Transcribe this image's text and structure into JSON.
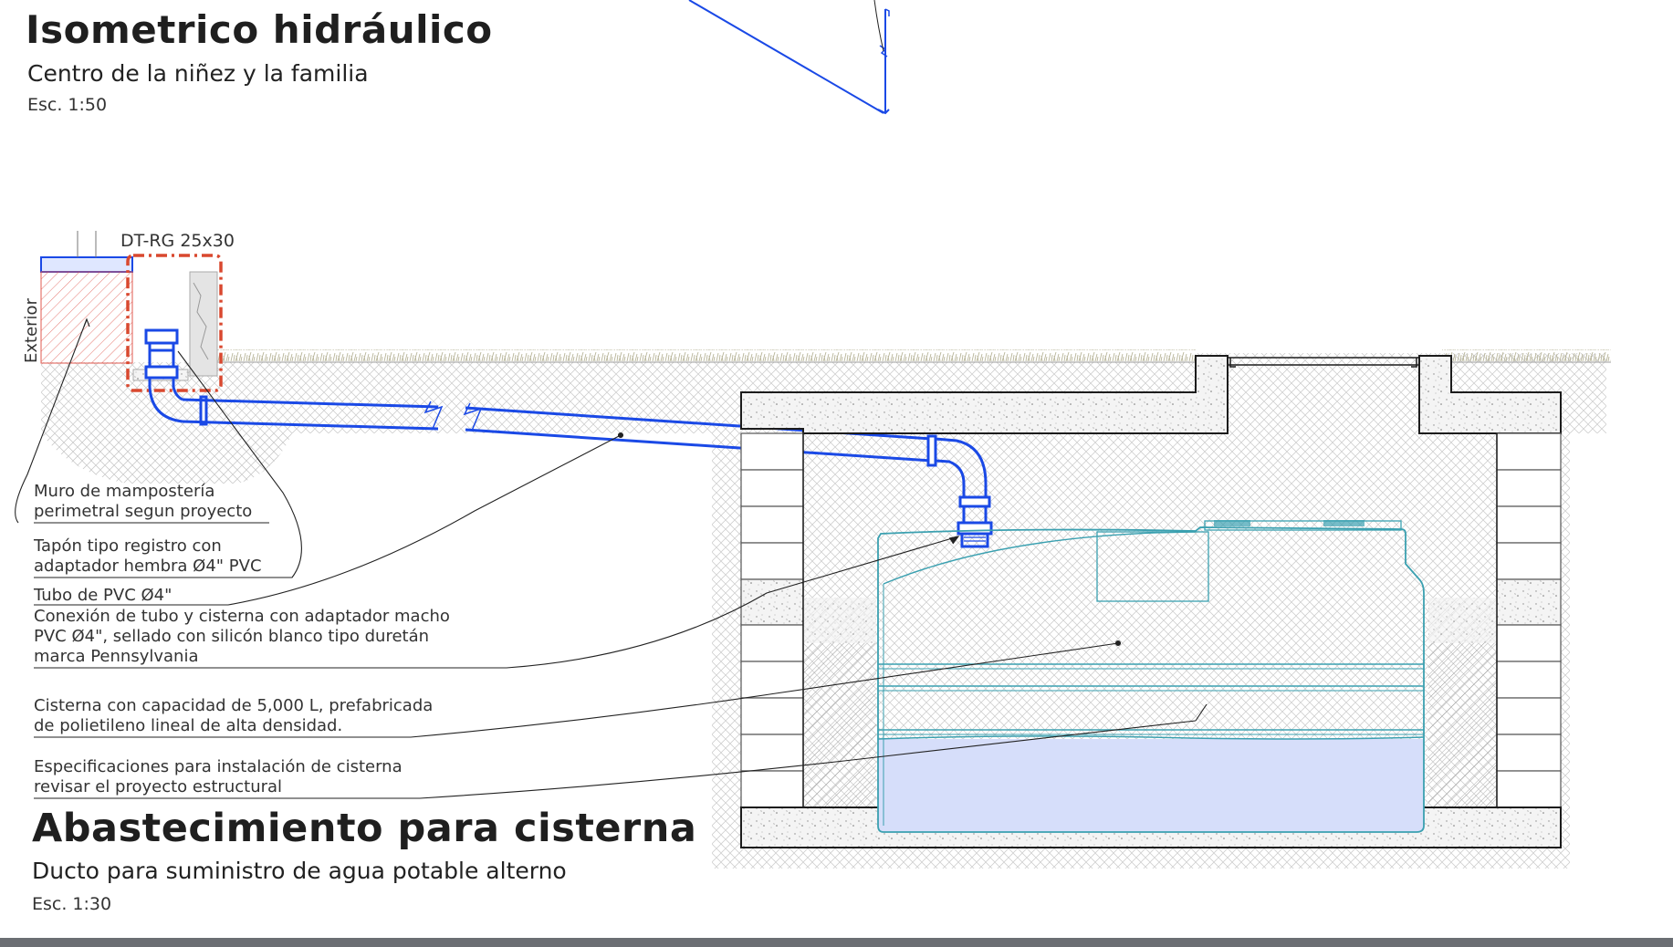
{
  "header": {
    "title": "Isometrico hidráulico",
    "subtitle": "Centro de la niñez y la familia",
    "scale": "Esc. 1:50"
  },
  "footer": {
    "title": "Abastecimiento para cisterna",
    "subtitle": "Ducto para suministro de agua potable alterno",
    "scale": "Esc. 1:30"
  },
  "drawing": {
    "registro_label": "DT-RG 25x30",
    "exterior_label": "Exterior",
    "notes": [
      {
        "lines": [
          "Muro de mampostería",
          "perimetral segun proyecto"
        ]
      },
      {
        "lines": [
          "Tapón tipo registro con",
          "adaptador hembra  Ø4\" PVC"
        ]
      },
      {
        "lines": [
          "Tubo de PVC  Ø4\""
        ]
      },
      {
        "lines": [
          "Conexión de tubo y cisterna con adaptador macho",
          "PVC Ø4\", sellado con silicón blanco tipo duretán",
          "marca Pennsylvania"
        ]
      },
      {
        "lines": [
          "Cisterna con capacidad de 5,000 L, prefabricada",
          "de polietileno lineal de alta densidad."
        ]
      },
      {
        "lines": [
          "Especificaciones para instalación de cisterna",
          "revisar el proyecto estructural"
        ]
      }
    ]
  },
  "colors": {
    "pipe": "#1a49e6",
    "tank_outline": "#3aa0b0",
    "water": "#d6defa",
    "hatch_red": "#e0584f",
    "concrete": "#f2f2f2",
    "grass": "#b8b59a"
  }
}
